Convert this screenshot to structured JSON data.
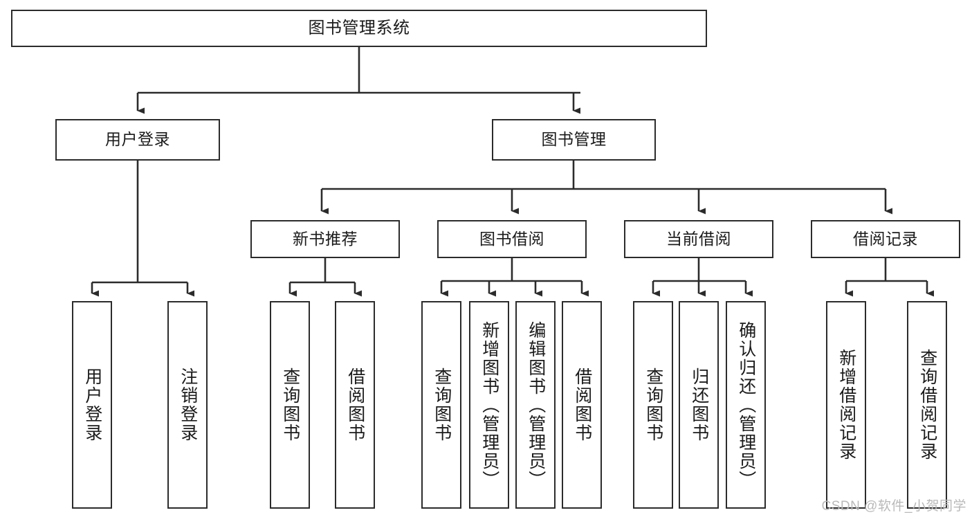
{
  "diagram": {
    "title": "图书管理系统",
    "type": "tree-structure-chart",
    "colors": {
      "box_border": "#2b2b2b",
      "box_fill": "#ffffff",
      "edge": "#2b2b2b",
      "text": "#1a1a1a",
      "watermark": "#b9b9b9",
      "background": "#ffffff"
    },
    "root": {
      "label": "图书管理系统"
    },
    "level1": [
      {
        "label": "用户登录"
      },
      {
        "label": "图书管理"
      }
    ],
    "level2": [
      {
        "label": "新书推荐"
      },
      {
        "label": "图书借阅"
      },
      {
        "label": "当前借阅"
      },
      {
        "label": "借阅记录"
      }
    ],
    "leaves": {
      "user_login": [
        {
          "label": "用户登录"
        },
        {
          "label": "注销登录"
        }
      ],
      "new_book_recommend": [
        {
          "label": "查询图书"
        },
        {
          "label": "借阅图书"
        }
      ],
      "book_borrow": [
        {
          "label": "查询图书"
        },
        {
          "label": "新增图书（管理员）"
        },
        {
          "label": "编辑图书（管理员）"
        },
        {
          "label": "借阅图书"
        }
      ],
      "current_borrow": [
        {
          "label": "查询图书"
        },
        {
          "label": "归还图书"
        },
        {
          "label": "确认归还（管理员）"
        }
      ],
      "borrow_record": [
        {
          "label": "新增借阅记录"
        },
        {
          "label": "查询借阅记录"
        }
      ]
    }
  },
  "watermark": {
    "text": "CSDN @软件_小贺同学"
  }
}
